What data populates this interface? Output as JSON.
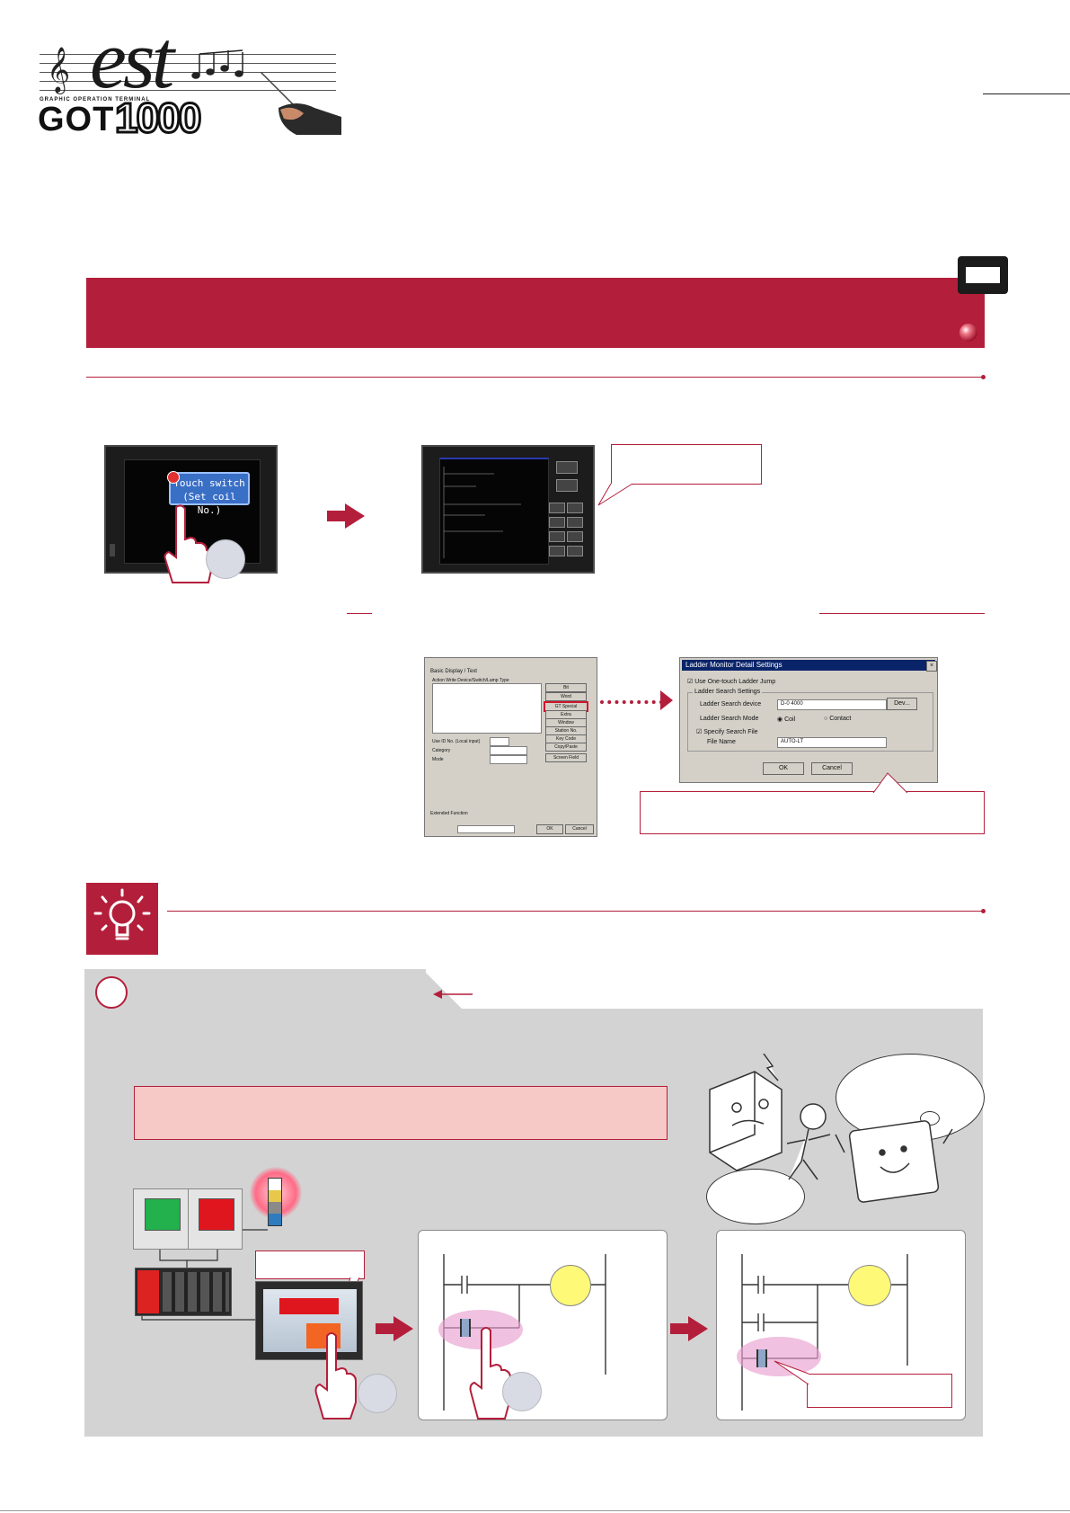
{
  "header": {
    "logo": {
      "script": "est",
      "tagline": "GRAPHIC OPERATION TERMINAL",
      "model_prefix": "GOT",
      "model_number": "1000"
    }
  },
  "screen1": {
    "touch_switch_label": "Touch switch\n(Set coil No.)"
  },
  "dialog1": {
    "tabs": "Basic   Display / Text",
    "columns": "Action      Write Device/Switch/Lamp Type",
    "buttons": [
      "Bit",
      "Word",
      "GT Special",
      "Extra",
      "Window",
      "Station No.",
      "Key Code",
      "Copy/Paste",
      "Screen Field"
    ],
    "fields": [
      "Use ID No. (Local input)",
      "Category",
      "Mode"
    ],
    "extended": "Extended Function",
    "ok": "OK",
    "cancel": "Cancel"
  },
  "dialog2": {
    "title": "Ladder Monitor Detail Settings",
    "use_one_touch": "Use One-touch Ladder Jump",
    "group": "Ladder Search Settings",
    "search_device_label": "Ladder Search device",
    "search_device_value": "D-0 4000",
    "search_mode_label": "Ladder Search Mode",
    "mode_coil": "Coil",
    "mode_contact": "Contact",
    "specify_file": "Specify Search File",
    "file_name_label": "File Name",
    "file_name_value": "AUTO-LT",
    "dev_button": "Dev...",
    "ok": "OK",
    "cancel": "Cancel"
  },
  "colors": {
    "accent": "#b31f3b",
    "panel_gray": "#d3d3d3",
    "pink_note": "#f7c9c6",
    "coil_yellow": "#fff978"
  },
  "icons": [
    "bulb-icon",
    "hand-pointer-icon",
    "signal-tower-icon",
    "arrow-right-icon"
  ]
}
